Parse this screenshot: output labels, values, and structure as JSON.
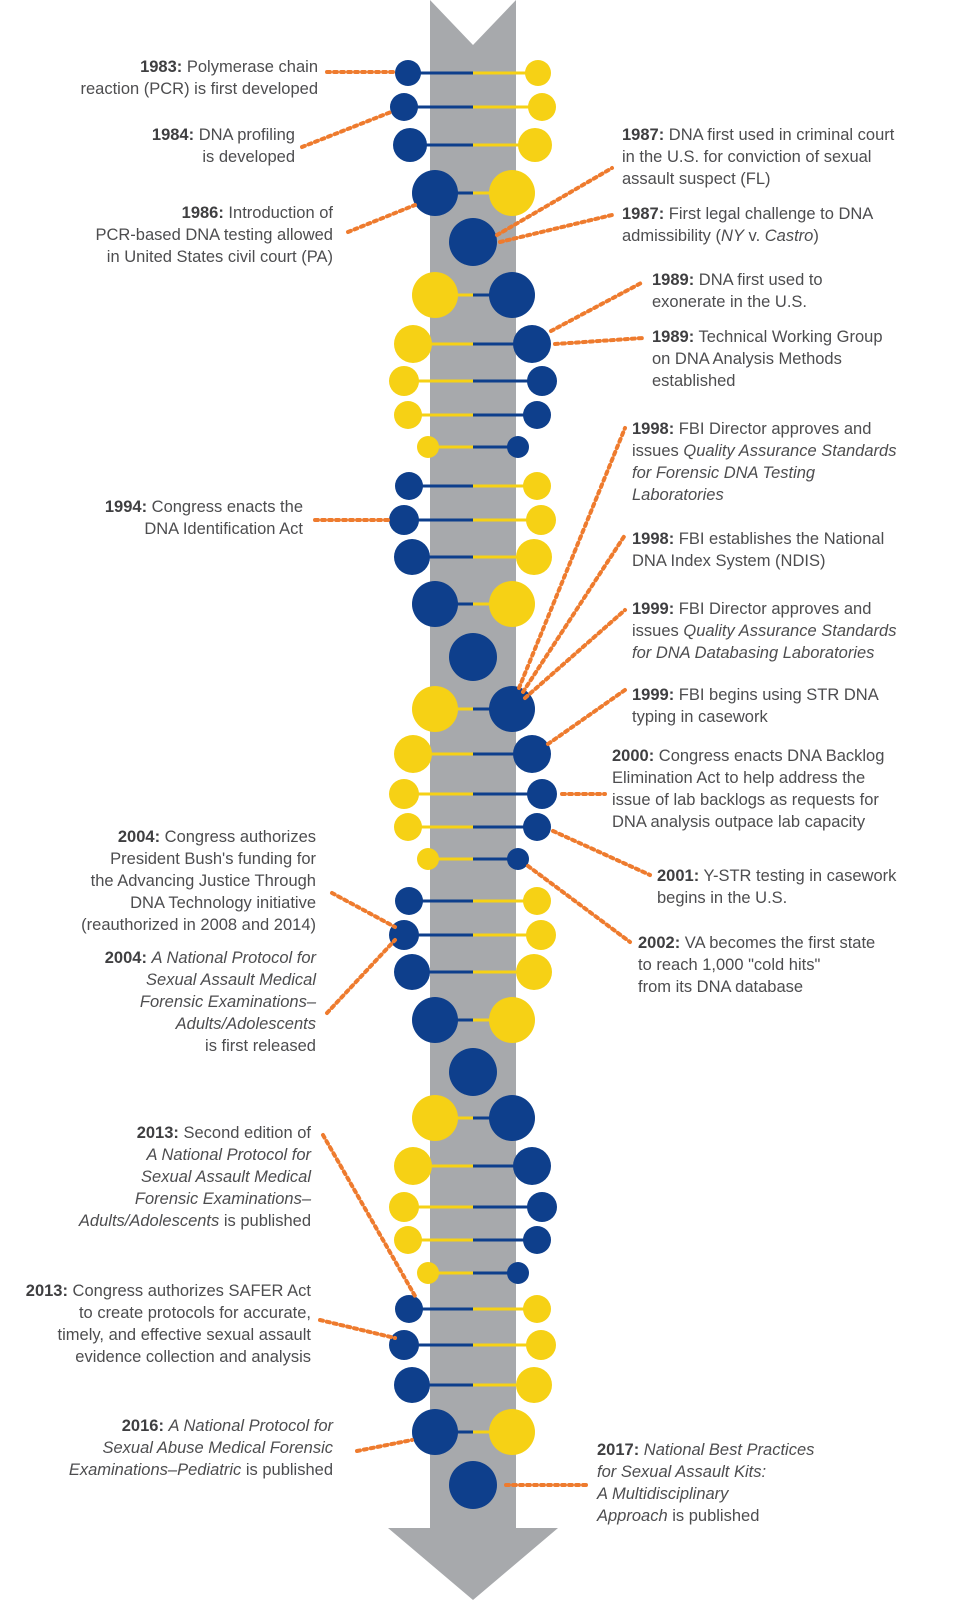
{
  "colors": {
    "arrow": "#a7a9ac",
    "blue": "#0e3f8c",
    "yellow": "#f6d115",
    "connector": "#ee7b2e",
    "text": "#4d4d4f"
  },
  "events": [
    {
      "year": "1983:",
      "lines": [
        [
          " Polymerase chain"
        ],
        [
          "reaction (PCR) is first developed"
        ]
      ]
    },
    {
      "year": "1984:",
      "lines": [
        [
          " DNA profiling"
        ],
        [
          "is developed"
        ]
      ]
    },
    {
      "year": "1986:",
      "lines": [
        [
          " Introduction of"
        ],
        [
          "PCR-based DNA testing allowed"
        ],
        [
          "in United States civil court (PA)"
        ]
      ]
    },
    {
      "year": "1987:",
      "lines": [
        [
          " DNA first used in criminal court"
        ],
        [
          "in the U.S. for conviction of sexual"
        ],
        [
          "assault suspect (FL)"
        ]
      ]
    },
    {
      "year": "1987:",
      "lines": [
        [
          " First legal challenge to DNA"
        ],
        [
          "admissibility (",
          {
            "i": "NY"
          },
          " v. ",
          {
            "i": "Castro"
          },
          ")"
        ]
      ]
    },
    {
      "year": "1989:",
      "lines": [
        [
          " DNA first used to"
        ],
        [
          "exonerate in the U.S."
        ]
      ]
    },
    {
      "year": "1989:",
      "lines": [
        [
          " Technical Working Group"
        ],
        [
          "on DNA Analysis Methods"
        ],
        [
          "established"
        ]
      ]
    },
    {
      "year": "1994:",
      "lines": [
        [
          " Congress enacts the"
        ],
        [
          "DNA Identification Act"
        ]
      ]
    },
    {
      "year": "1998:",
      "lines": [
        [
          " FBI Director approves and"
        ],
        [
          "issues ",
          {
            "i": "Quality Assurance Standards"
          }
        ],
        [
          {
            "i": "for Forensic DNA Testing"
          }
        ],
        [
          {
            "i": "Laboratories"
          }
        ]
      ]
    },
    {
      "year": "1998:",
      "lines": [
        [
          " FBI establishes the National"
        ],
        [
          "DNA Index System (NDIS)"
        ]
      ]
    },
    {
      "year": "1999:",
      "lines": [
        [
          " FBI Director approves and"
        ],
        [
          "issues ",
          {
            "i": "Quality Assurance Standards"
          }
        ],
        [
          {
            "i": "for DNA Databasing Laboratories"
          }
        ]
      ]
    },
    {
      "year": "1999:",
      "lines": [
        [
          " FBI begins using STR DNA"
        ],
        [
          "typing in casework"
        ]
      ]
    },
    {
      "year": "2000:",
      "lines": [
        [
          " Congress enacts DNA Backlog"
        ],
        [
          "Elimination Act to help address the"
        ],
        [
          "issue of lab backlogs as requests for"
        ],
        [
          "DNA analysis outpace lab capacity"
        ]
      ]
    },
    {
      "year": "2001:",
      "lines": [
        [
          " Y-STR testing in casework"
        ],
        [
          "begins in the U.S."
        ]
      ]
    },
    {
      "year": "2002:",
      "lines": [
        [
          " VA becomes the first state"
        ],
        [
          "to reach 1,000 \"cold hits\""
        ],
        [
          "from its DNA database"
        ]
      ]
    },
    {
      "year": "2004:",
      "lines": [
        [
          " Congress authorizes"
        ],
        [
          "President Bush's funding for"
        ],
        [
          "the Advancing Justice Through"
        ],
        [
          "DNA Technology initiative"
        ],
        [
          "(reauthorized in 2008 and 2014)"
        ]
      ]
    },
    {
      "year": "2004:",
      "lines": [
        [
          " ",
          {
            "i": "A National Protocol for"
          }
        ],
        [
          {
            "i": "Sexual Assault Medical"
          }
        ],
        [
          {
            "i": "Forensic Examinations–"
          }
        ],
        [
          {
            "i": "Adults/Adolescents"
          }
        ],
        [
          "is first released"
        ]
      ]
    },
    {
      "year": "2013:",
      "lines": [
        [
          " Second edition of"
        ],
        [
          {
            "i": "A National Protocol for"
          }
        ],
        [
          {
            "i": "Sexual Assault Medical"
          }
        ],
        [
          {
            "i": "Forensic Examinations–"
          }
        ],
        [
          {
            "i": "Adults/Adolescents"
          },
          " is published"
        ]
      ]
    },
    {
      "year": "2013:",
      "lines": [
        [
          " Congress authorizes SAFER Act"
        ],
        [
          "to create protocols for accurate,"
        ],
        [
          "timely, and effective sexual assault"
        ],
        [
          "evidence collection and analysis"
        ]
      ]
    },
    {
      "year": "2016:",
      "lines": [
        [
          " ",
          {
            "i": "A National Protocol for"
          }
        ],
        [
          {
            "i": "Sexual Abuse Medical Forensic"
          }
        ],
        [
          {
            "i": "Examinations–Pediatric"
          },
          " is published"
        ]
      ]
    },
    {
      "year": "2017:",
      "lines": [
        [
          " ",
          {
            "i": "National Best Practices"
          }
        ],
        [
          {
            "i": "for Sexual Assault Kits:"
          }
        ],
        [
          {
            "i": "A Multidisciplinary"
          }
        ],
        [
          {
            "i": "Approach"
          },
          " is published"
        ]
      ]
    }
  ]
}
